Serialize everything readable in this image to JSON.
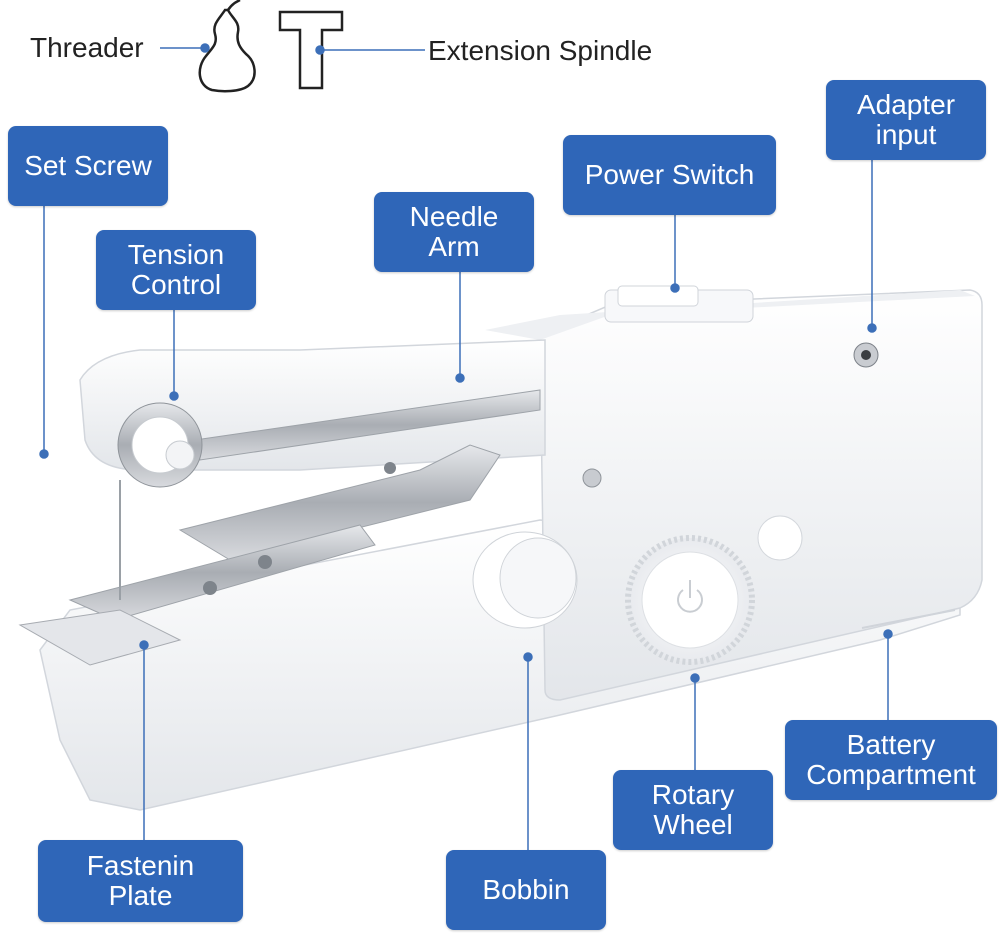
{
  "labels": {
    "threader": "Threader",
    "extension_spindle": "Extension Spindle",
    "set_screw": "Set Screw",
    "tension_control": [
      "Tension",
      "Control"
    ],
    "needle_arm": [
      "Needle",
      "Arm"
    ],
    "power_switch": "Power Switch",
    "adapter_input": [
      "Adapter",
      "input"
    ],
    "battery_compartment": [
      "Battery",
      "Compartment"
    ],
    "rotary_wheel": [
      "Rotary",
      "Wheel"
    ],
    "bobbin": "Bobbin",
    "fastenin_plate": [
      "Fastenin",
      "Plate"
    ]
  },
  "colors": {
    "label_bg": "#2f66b8",
    "label_text": "#ffffff",
    "leader": "#3c6fb8",
    "body": "#f4f5f7",
    "metal": "#b9bcc2"
  },
  "icons": {
    "threader": "threader-icon",
    "extension_spindle": "extension-spindle-icon",
    "device": "handheld-sewing-machine"
  }
}
